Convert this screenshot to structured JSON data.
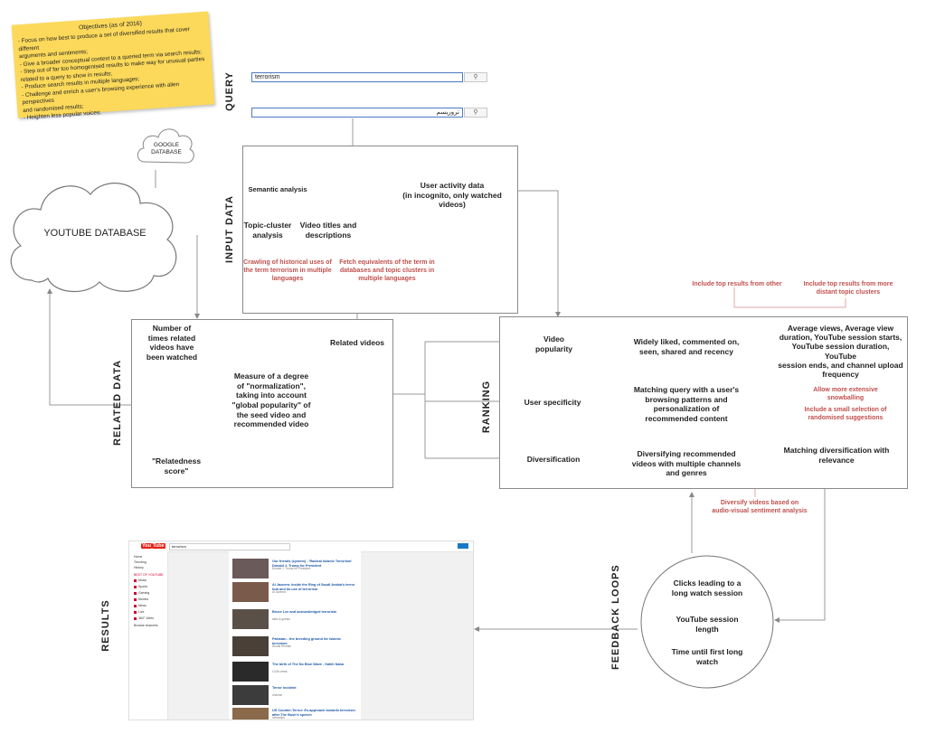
{
  "note": {
    "title": "Objectives (as of 2016)",
    "lines": [
      "- Focus on how best to produce a set of diversified results that cover different",
      "arguments and sentiments;",
      "- Give a broader conceptual context to a queried term via search results;",
      "- Step out of far too homogenised results to make way for unusual parties",
      "related to a query to show in results;",
      "- Produce search results in multiple languages;",
      "- Challenge and enrich a user's browsing experience with alien perspectives",
      "and randomised results;",
      "- Heighten less popular voices;"
    ]
  },
  "sections": {
    "query": "QUERY",
    "input_data": "INPUT DATA",
    "related_data": "RELATED DATA",
    "ranking": "RANKING",
    "results": "RESULTS",
    "feedback_loops": "FEEDBACK LOOPS"
  },
  "clouds": {
    "google": "GOOGLE\nDATABASE",
    "youtube": "YOUTUBE DATABASE"
  },
  "query": {
    "search1": "terrorism",
    "search2": "تروریسم",
    "search_icon": "magnifier-icon"
  },
  "input": {
    "semantic": "Semantic analysis",
    "user_activity": "User activity data\n(in incognito, only  watched videos)",
    "topic_cluster": "Topic-cluster\nanalysis",
    "video_titles": "Video titles and\ndescriptions",
    "crawling": "Crawling of historical uses of\nthe term terrorism in multiple\nlanguages",
    "fetch": "Fetch equivalents of the term in\ndatabases and topic clusters in\nmultiple languages"
  },
  "related": {
    "number_times": "Number of\ntimes  related\nvideos have\nbeen watched",
    "related_videos": "Related videos",
    "measure": "Measure  of a degree\nof \"normalization\",\ntaking into account\n\"global popularity\" of\nthe seed video and\nrecommended video",
    "relatedness": "\"Relatedness\nscore\""
  },
  "ranking": {
    "top_other": "Include top results from other",
    "top_distant": "Include top results from more\ndistant topic clusters",
    "video_popularity": "Video\npopularity",
    "widely_liked": "Widely liked, commented on,\nseen, shared and recency",
    "average_views": "Average views, Average view\nduration, YouTube session starts,\nYouTube session duration, YouTube\nsession ends, and channel upload\nfrequency",
    "user_specificity": "User specificity",
    "matching_query": "Matching query with a user's\nbrowsing patterns and\npersonalization of\nrecommended content",
    "snowballing": "Allow more extensive\nsnowballing",
    "randomised": "Include a small selection of\nrandomised suggestions",
    "diversification": "Diversification",
    "diversifying": "Diversifying recommended\nvideos with multiple channels\nand genres",
    "matching_div": "Matching diversification with\nrelevance",
    "diversify_audio": "Diversify videos based on\naudio-visual sentiment analysis"
  },
  "feedback": {
    "clicks": "Clicks leading to a\nlong watch session",
    "session_length": "YouTube session\nlength",
    "time_until": "Time until first long\nwatch"
  },
  "results_screenshot": {
    "logo": "You",
    "logo_tube": "Tube",
    "search": "terrorism",
    "sidebar": [
      "Home",
      "Trending",
      "History",
      "BEST OF YOUTUBE",
      "Music",
      "Sports",
      "Gaming",
      "Movies",
      "News",
      "Live",
      "360° Video",
      "Browse channels"
    ],
    "videos": [
      {
        "title": "Our friends (system) - 'Radical Islamic Terrorism' Donald J. Trump for President",
        "meta": "Donald J. Trump for President"
      },
      {
        "title": "Al Jazeera: Inside the Ring of Saudi Arabia's terror hub and its use of terrorism",
        "meta": "Al Jazeera"
      },
      {
        "title": "Bruce Lee and acknowledged terrorists",
        "meta": "talks & guests"
      },
      {
        "title": "Pakistan - the breeding ground for Islamic terrorism",
        "meta": "Words Remain"
      },
      {
        "title": "The birth of The No Blue Wave - Sahih Naba",
        "meta": "10,5k views"
      },
      {
        "title": "Terror incident",
        "meta": "channel"
      },
      {
        "title": "US Counter-Terror: Ex-approach towards terrorism after The Bush's speech",
        "meta": "newsclips"
      }
    ]
  },
  "colors": {
    "accent_red": "#c0504d",
    "note_yellow": "#fcd95a",
    "search_border": "#4a7bc0"
  }
}
